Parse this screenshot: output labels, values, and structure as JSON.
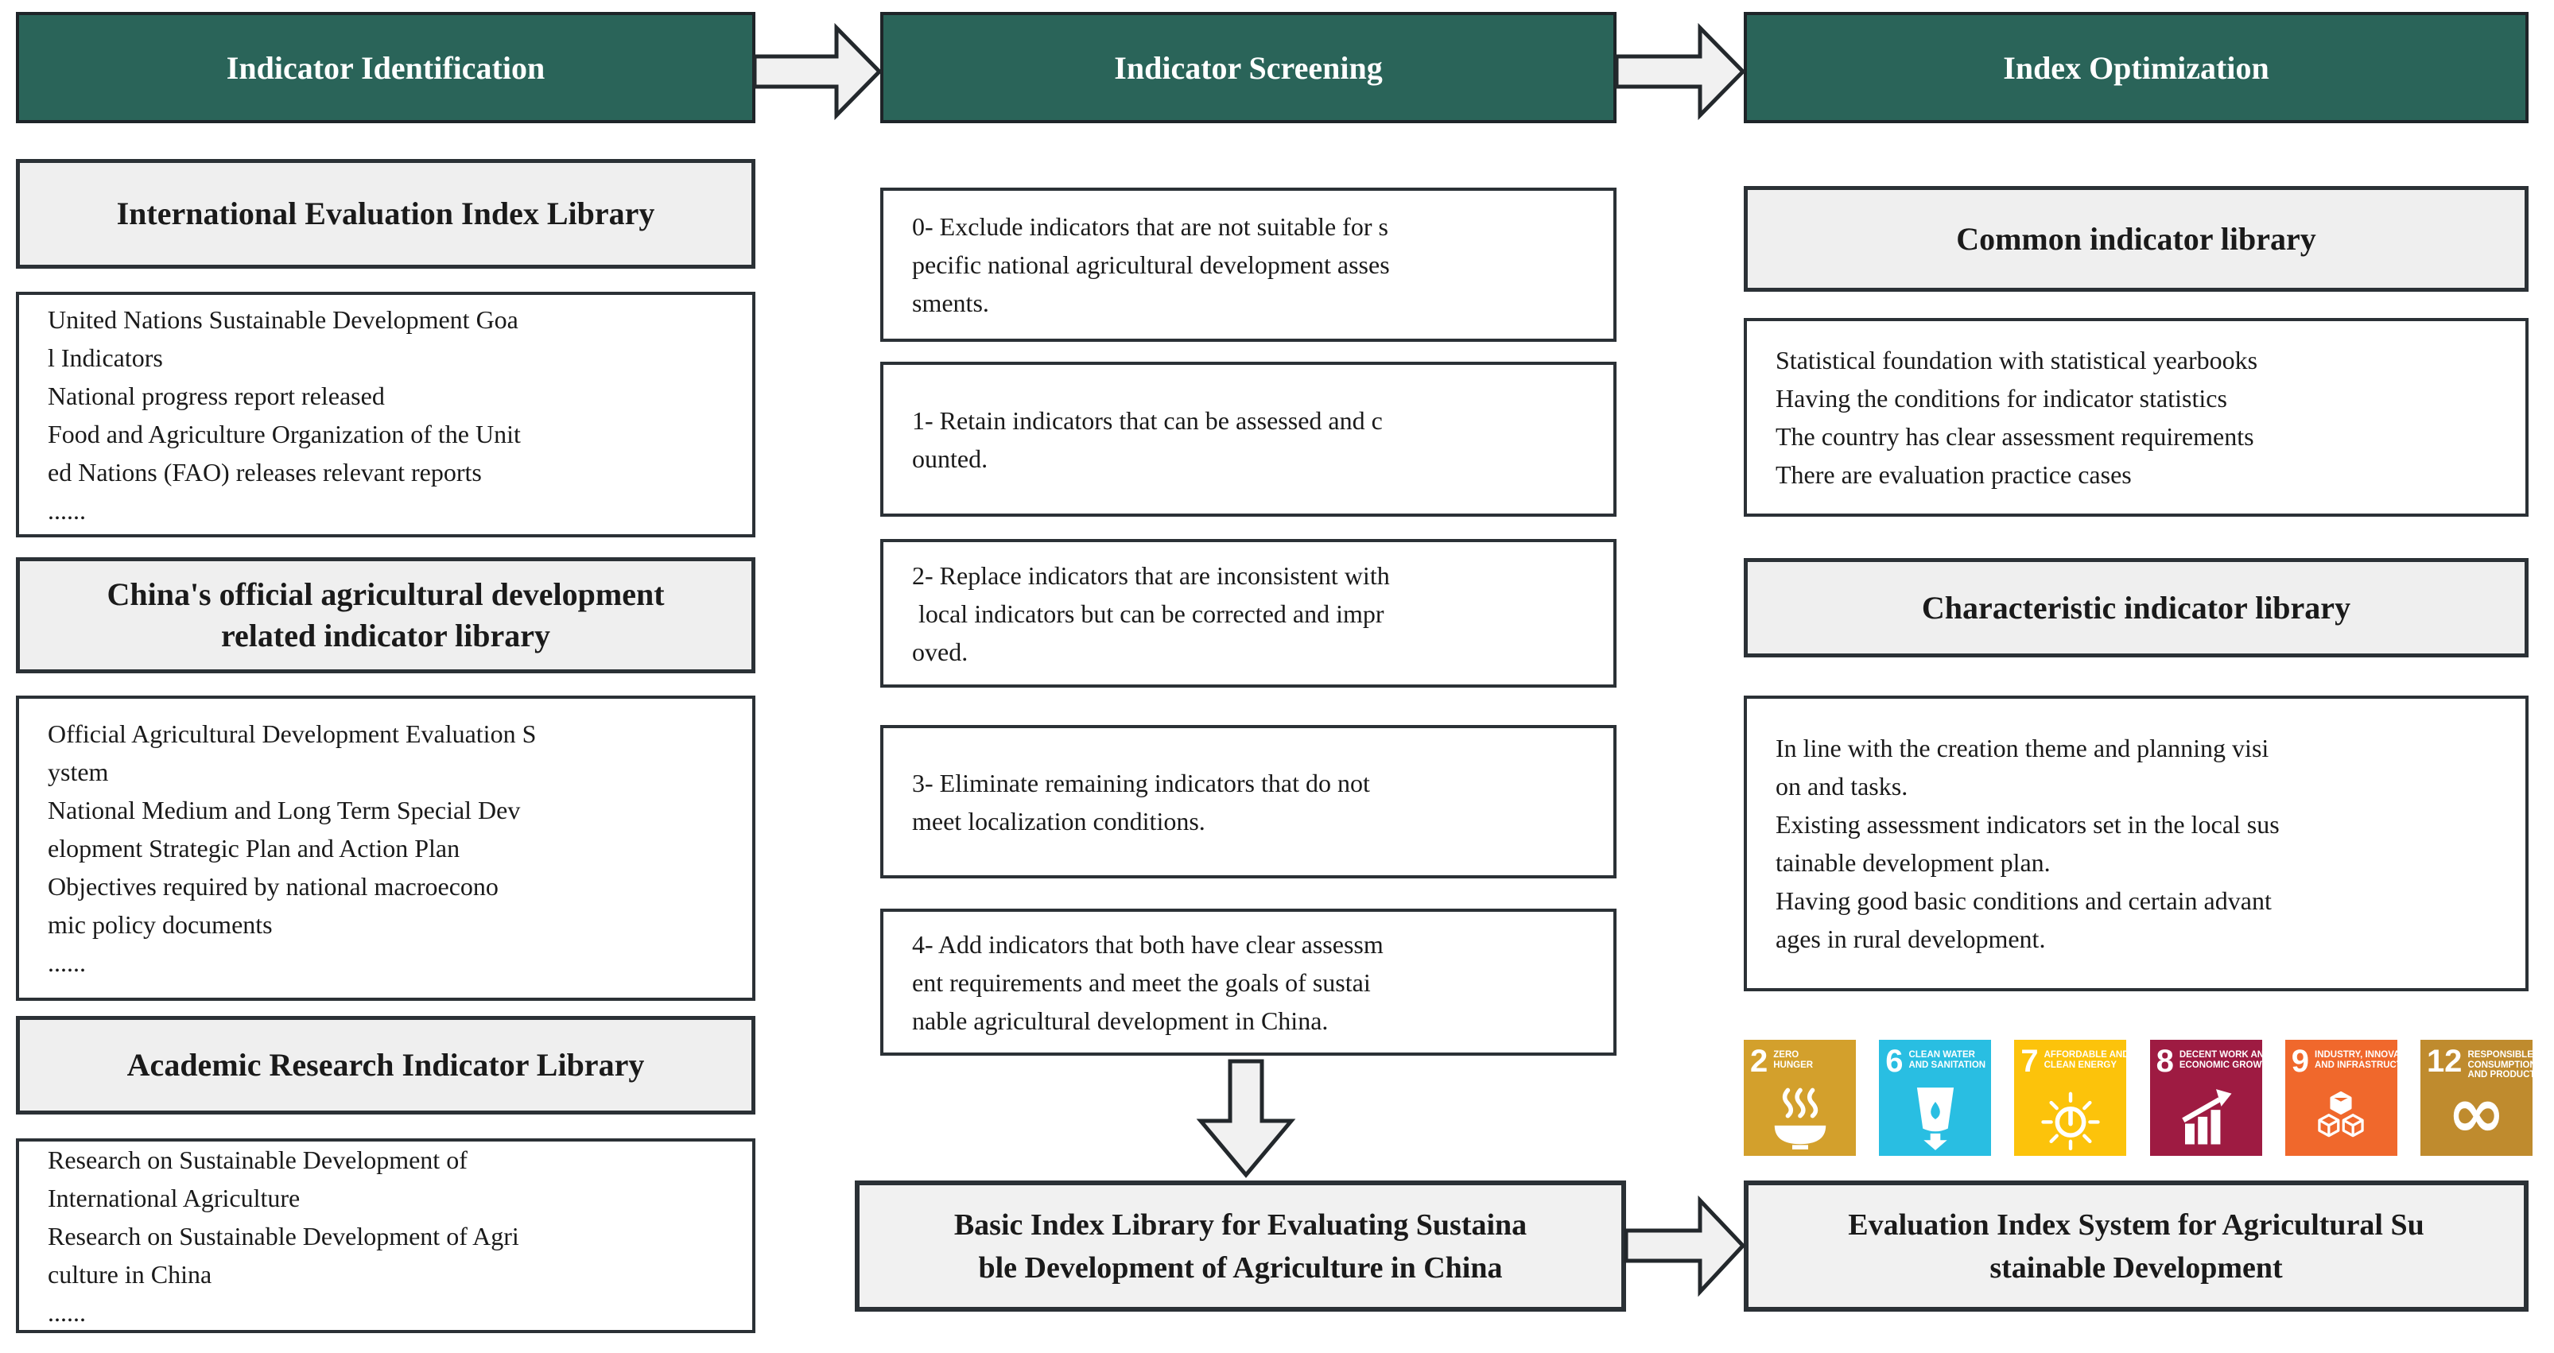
{
  "palette": {
    "stage_header_teal": "#2A6459",
    "box_border_dark": "#2B3136",
    "subheader_gray": "#EFEFEF",
    "content_white": "#FFFFFF",
    "arrow_fill": "#F1F1F1"
  },
  "stages": {
    "identification": {
      "header": "Indicator Identification",
      "sections": [
        {
          "title_lines": [
            "International Evaluation Index Library"
          ],
          "lines": [
            "United Nations Sustainable Development Goa",
            "l Indicators",
            "National progress report released",
            "Food and Agriculture Organization of the Unit",
            "ed Nations (FAO) releases relevant reports",
            "......"
          ]
        },
        {
          "title_lines": [
            "China's official agricultural development",
            "related indicator library"
          ],
          "lines": [
            "Official Agricultural Development Evaluation S",
            "ystem",
            "National Medium and Long Term Special Dev",
            "elopment Strategic Plan and Action Plan",
            "Objectives required by national macroecono",
            "mic policy documents",
            "......"
          ]
        },
        {
          "title_lines": [
            "Academic Research Indicator Library"
          ],
          "lines": [
            "Research on Sustainable Development of",
            "International Agriculture",
            "Research on Sustainable Development of Agri",
            "culture in China",
            "......"
          ]
        }
      ]
    },
    "screening": {
      "header": "Indicator Screening",
      "steps": [
        {
          "lines": [
            "0- Exclude indicators that are not suitable for s",
            "pecific national agricultural development asses",
            "sments."
          ]
        },
        {
          "lines": [
            "1- Retain indicators that can be assessed and c",
            "ounted."
          ]
        },
        {
          "lines": [
            "2- Replace indicators that are inconsistent with",
            " local indicators but can be corrected and impr",
            "oved."
          ]
        },
        {
          "lines": [
            "3- Eliminate remaining indicators that do not",
            "meet localization conditions."
          ]
        },
        {
          "lines": [
            "4- Add indicators that both have clear assessm",
            "ent requirements and meet the goals of sustai",
            "nable agricultural development in China."
          ]
        }
      ],
      "result_lines": [
        "Basic Index Library for Evaluating Sustaina",
        "ble Development of Agriculture in China"
      ]
    },
    "optimization": {
      "header": "Index Optimization",
      "sections": [
        {
          "title_lines": [
            "Common indicator library"
          ],
          "lines": [
            "Statistical foundation with statistical yearbooks",
            "Having the conditions for indicator statistics",
            "The country has clear assessment requirements",
            "There are evaluation practice cases"
          ]
        },
        {
          "title_lines": [
            "Characteristic indicator library"
          ],
          "lines": [
            "In line with the creation theme and planning visi",
            "on and tasks.",
            "Existing assessment indicators set in the local sus",
            "tainable development plan.",
            "Having good basic conditions and certain advant",
            "ages in rural development."
          ]
        }
      ],
      "sdg_icons": [
        {
          "number": "2",
          "label_lines": [
            "ZERO",
            "HUNGER"
          ],
          "color": "#D3A02C",
          "icon": "bowl-steam-icon"
        },
        {
          "number": "6",
          "label_lines": [
            "CLEAN WATER",
            "AND SANITATION"
          ],
          "color": "#29BEE2",
          "icon": "water-glass-icon"
        },
        {
          "number": "7",
          "label_lines": [
            "AFFORDABLE AND",
            "CLEAN ENERGY"
          ],
          "color": "#FCC30B",
          "icon": "sun-power-icon"
        },
        {
          "number": "8",
          "label_lines": [
            "DECENT WORK AND",
            "ECONOMIC GROWTH"
          ],
          "color": "#9E1B42",
          "icon": "growth-chart-icon"
        },
        {
          "number": "9",
          "label_lines": [
            "INDUSTRY, INNOVATION",
            "AND INFRASTRUCTURE"
          ],
          "color": "#F0682C",
          "icon": "cubes-icon"
        },
        {
          "number": "12",
          "label_lines": [
            "RESPONSIBLE",
            "CONSUMPTION",
            "AND PRODUCTION"
          ],
          "color": "#BF8B2E",
          "icon": "infinity-icon"
        }
      ],
      "result_lines": [
        "Evaluation Index System for Agricultural Su",
        "stainable Development"
      ]
    }
  }
}
